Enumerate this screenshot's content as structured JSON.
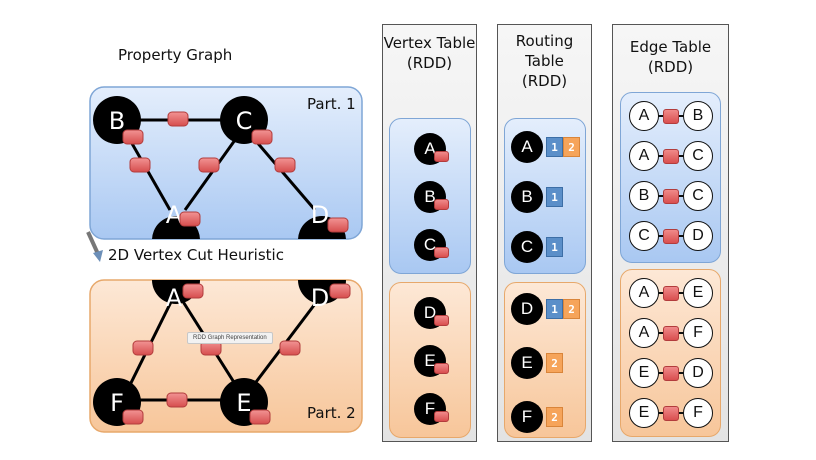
{
  "property_graph": {
    "title": "Property Graph",
    "heuristic_label": "2D Vertex Cut Heuristic",
    "tooltip": "RDD Graph Representation",
    "partitions": [
      {
        "label": "Part. 1",
        "color": "#a9c8f2",
        "vertices": [
          "B",
          "C",
          "A",
          "D"
        ],
        "edges": [
          [
            "B",
            "C"
          ],
          [
            "B",
            "A"
          ],
          [
            "C",
            "A"
          ],
          [
            "C",
            "D"
          ]
        ]
      },
      {
        "label": "Part. 2",
        "color": "#f7c69a",
        "vertices": [
          "A",
          "D",
          "F",
          "E"
        ],
        "edges": [
          [
            "A",
            "F"
          ],
          [
            "A",
            "E"
          ],
          [
            "F",
            "E"
          ],
          [
            "E",
            "D"
          ]
        ]
      }
    ]
  },
  "vertex_table": {
    "title_line1": "Vertex Table",
    "title_line2": "(RDD)",
    "partitions": [
      {
        "vertices": [
          "A",
          "B",
          "C"
        ]
      },
      {
        "vertices": [
          "D",
          "E",
          "F"
        ]
      }
    ]
  },
  "routing_table": {
    "title_line1": "Routing",
    "title_line2": "Table",
    "title_line3": "(RDD)",
    "partitions": [
      {
        "rows": [
          {
            "vertex": "A",
            "parts": [
              "1",
              "2"
            ]
          },
          {
            "vertex": "B",
            "parts": [
              "1"
            ]
          },
          {
            "vertex": "C",
            "parts": [
              "1"
            ]
          }
        ]
      },
      {
        "rows": [
          {
            "vertex": "D",
            "parts": [
              "1",
              "2"
            ]
          },
          {
            "vertex": "E",
            "parts": [
              "2"
            ]
          },
          {
            "vertex": "F",
            "parts": [
              "2"
            ]
          }
        ]
      }
    ]
  },
  "edge_table": {
    "title_line1": "Edge Table",
    "title_line2": "(RDD)",
    "partitions": [
      {
        "edges": [
          [
            "A",
            "B"
          ],
          [
            "A",
            "C"
          ],
          [
            "B",
            "C"
          ],
          [
            "C",
            "D"
          ]
        ]
      },
      {
        "edges": [
          [
            "A",
            "E"
          ],
          [
            "A",
            "F"
          ],
          [
            "E",
            "D"
          ],
          [
            "E",
            "F"
          ]
        ]
      }
    ]
  },
  "colors": {
    "partition1": "#a9c8f2",
    "partition2": "#f7c69a",
    "property_red": "#e06666",
    "route_blue": "#5b8fc9",
    "route_orange": "#f6a45a"
  }
}
